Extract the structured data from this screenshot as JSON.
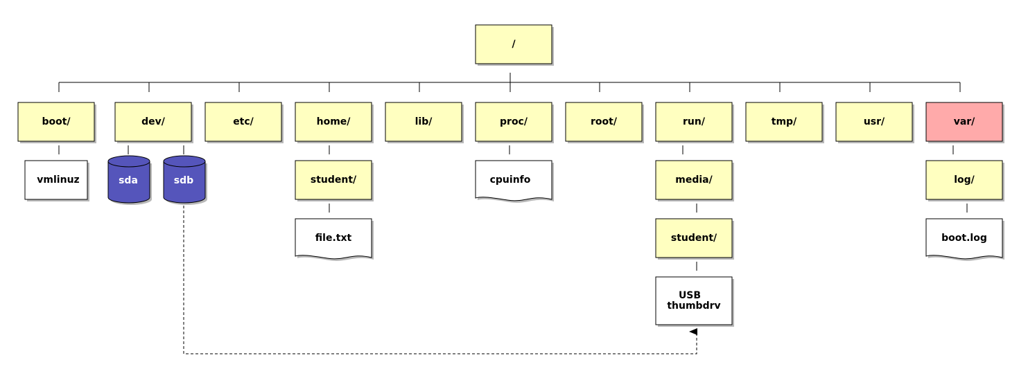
{
  "colors": {
    "folder": "#ffffc0",
    "highlight": "#ffaaaa",
    "file": "#ffffff",
    "disk": "#5555bb",
    "stroke": "#000000",
    "shadow": "#b8b8b8"
  },
  "root": {
    "label": "/"
  },
  "top_dirs": [
    {
      "label": "boot/"
    },
    {
      "label": "dev/"
    },
    {
      "label": "etc/"
    },
    {
      "label": "home/"
    },
    {
      "label": "lib/"
    },
    {
      "label": "proc/"
    },
    {
      "label": "root/"
    },
    {
      "label": "run/"
    },
    {
      "label": "tmp/"
    },
    {
      "label": "usr/"
    },
    {
      "label": "var/"
    }
  ],
  "children": {
    "vmlinuz": {
      "label": "vmlinuz"
    },
    "sda": {
      "label": "sda"
    },
    "sdb": {
      "label": "sdb"
    },
    "home_student": {
      "label": "student/"
    },
    "file_txt": {
      "label": "file.txt"
    },
    "cpuinfo": {
      "label": "cpuinfo"
    },
    "media": {
      "label": "media/"
    },
    "media_student": {
      "label": "student/"
    },
    "usb_line1": {
      "label": "USB"
    },
    "usb_line2": {
      "label": "thumbdrv"
    },
    "log": {
      "label": "log/"
    },
    "boot_log": {
      "label": "boot.log"
    }
  }
}
